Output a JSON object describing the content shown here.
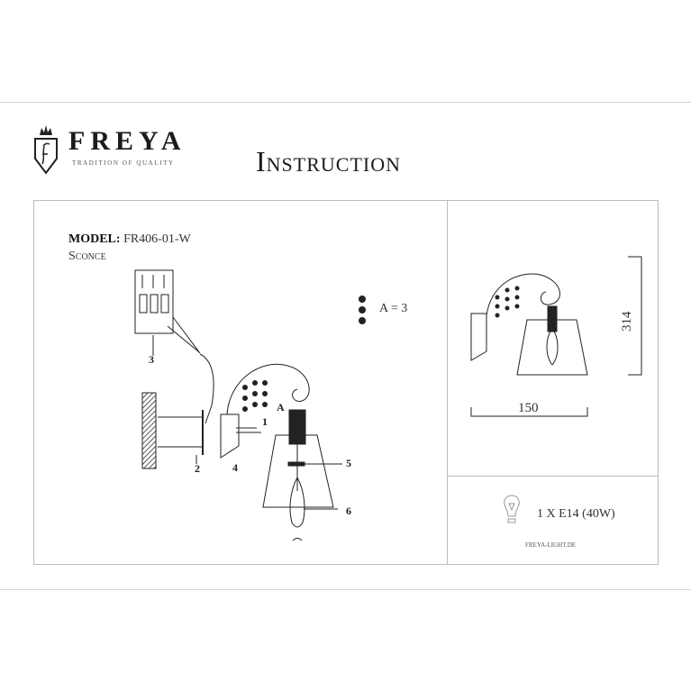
{
  "header": {
    "brand": "FREYA",
    "tagline": "TRADITION OF QUALITY",
    "title": "Instruction"
  },
  "product": {
    "model_label": "MODEL:",
    "model_value": "FR406-01-W",
    "type": "Sconce"
  },
  "diagram": {
    "crystal_note": "A = 3",
    "parts": [
      "1",
      "2",
      "3",
      "4",
      "5",
      "6"
    ],
    "part_A": "A"
  },
  "dimensions": {
    "height": "314",
    "width": "150"
  },
  "bulb": {
    "spec": "1 X E14 (40W)"
  },
  "footer": {
    "website": "FREYA-LIGHT.DE"
  },
  "colors": {
    "line": "#222222",
    "border": "#bdbdbd"
  }
}
